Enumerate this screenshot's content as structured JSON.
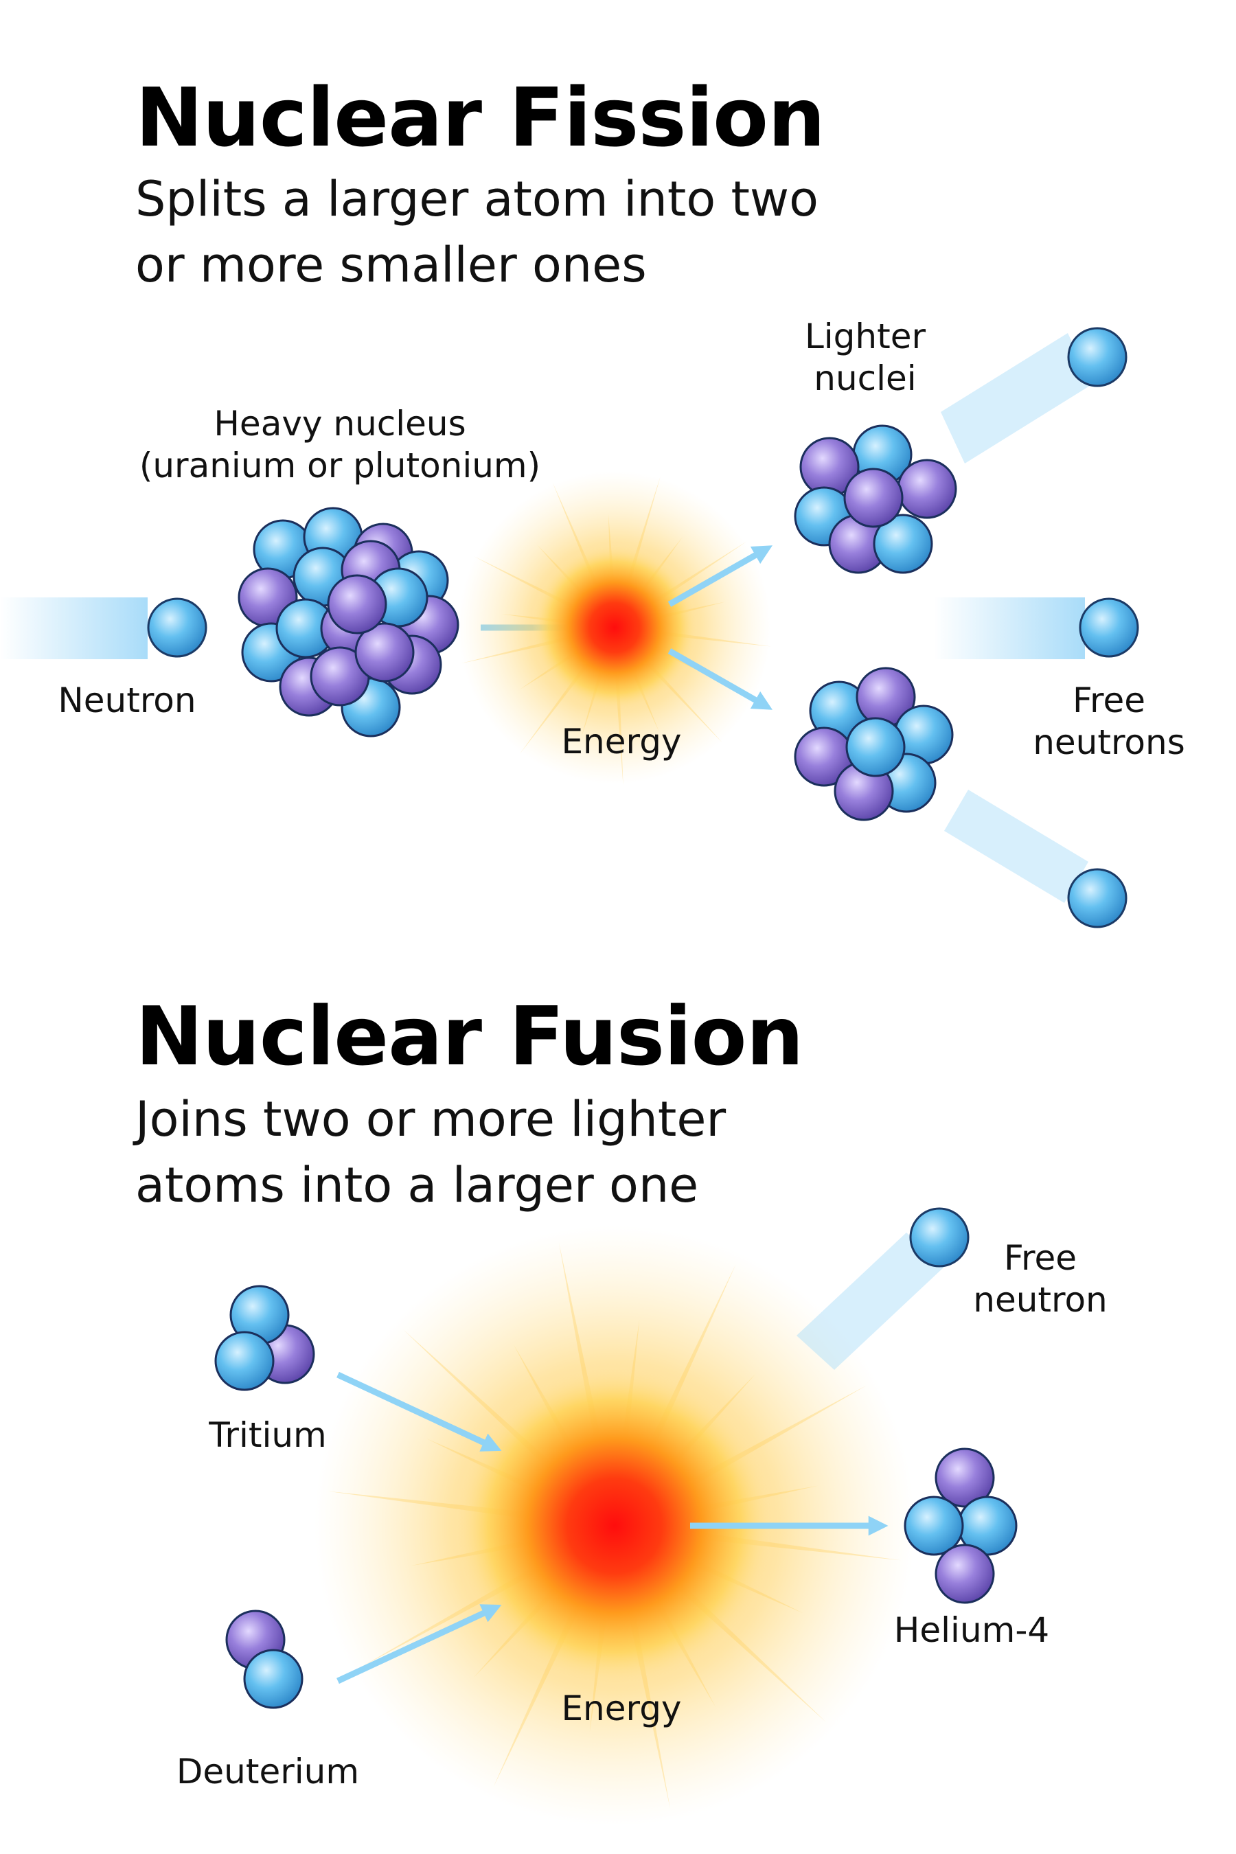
{
  "fission": {
    "title": "Nuclear Fission",
    "subtitle_lines": [
      "Splits a larger atom into two",
      "or more smaller ones"
    ],
    "labels": {
      "heavy_nucleus": [
        "Heavy nucleus",
        "(uranium or plutonium)"
      ],
      "neutron": "Neutron",
      "energy": "Energy",
      "lighter_nuclei": [
        "Lighter",
        "nuclei"
      ],
      "free_neutrons": [
        "Free",
        "neutrons"
      ]
    }
  },
  "fusion": {
    "title": "Nuclear Fusion",
    "subtitle_lines": [
      "Joins two or more lighter",
      "atoms into a larger one"
    ],
    "labels": {
      "tritium": "Tritium",
      "deuterium": "Deuterium",
      "energy": "Energy",
      "free_neutron": [
        "Free",
        "neutron"
      ],
      "helium": "Helium-4"
    }
  },
  "colors": {
    "neutron": "#5ab8ec",
    "proton": "#8f78d8",
    "arrow": "#8fd3f6",
    "energy_core": "#ff1a1a",
    "energy_glow": "#ffcf4d"
  }
}
